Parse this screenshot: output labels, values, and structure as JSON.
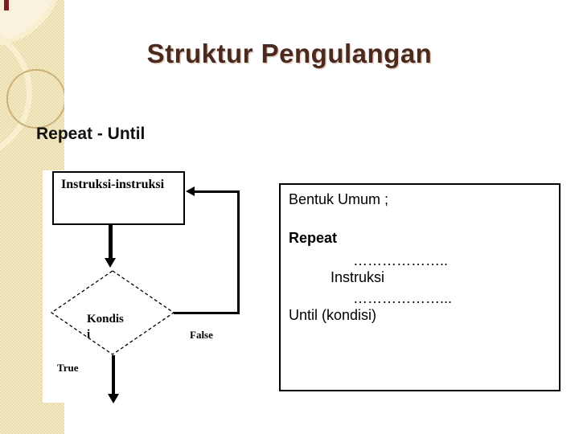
{
  "slide": {
    "title": "Struktur Pengulangan",
    "subtitle": "Repeat - Until"
  },
  "flowchart": {
    "process_label": "Instruksi-instruksi",
    "decision_line1": "Kondis",
    "decision_line2": "i",
    "true_label": "True",
    "false_label": "False"
  },
  "infobox": {
    "heading": "Bentuk Umum ;",
    "lines": [
      {
        "text": "Repeat"
      },
      {
        "text": "……………….."
      },
      {
        "text": "Instruksi"
      },
      {
        "text": "………………..."
      },
      {
        "text": "Until (kondisi)"
      }
    ]
  },
  "colors": {
    "title_text": "#4B2A1E",
    "sidebar_base": "#EADBAA",
    "sidebar_check": "#F3EAC8",
    "accent_mark": "#7B2020"
  }
}
